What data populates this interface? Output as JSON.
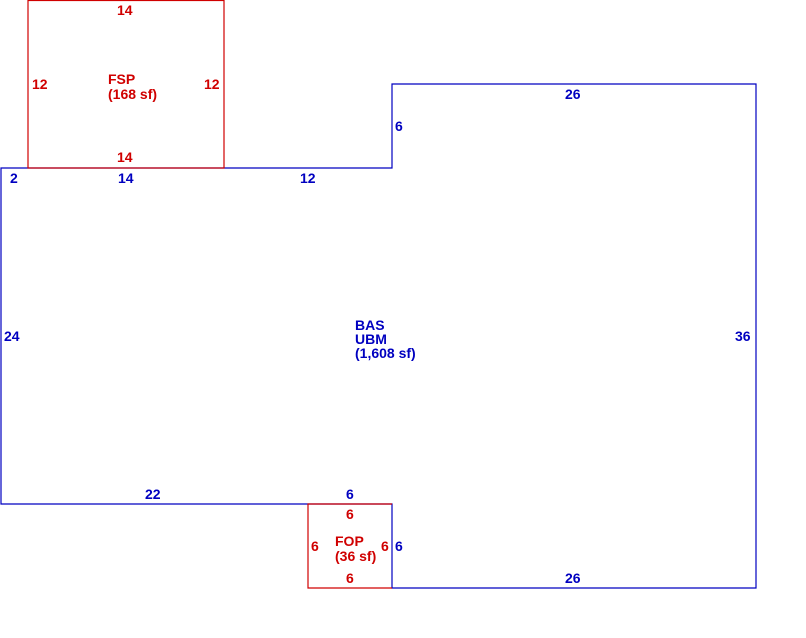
{
  "colors": {
    "main": "#0000c0",
    "addon": "#d00000",
    "background": "#ffffff"
  },
  "bas": {
    "code": "BAS",
    "subcode": "UBM",
    "area": "(1,608 sf)",
    "dims": {
      "left_top": "2",
      "top_left": "14",
      "top_mid": "12",
      "step_rise": "6",
      "top_right": "26",
      "right": "36",
      "left": "24",
      "bottom_left": "22",
      "notch_top": "6",
      "notch_side": "6",
      "bottom_right": "26"
    }
  },
  "fsp": {
    "code": "FSP",
    "area": "(168 sf)",
    "dims": {
      "top": "14",
      "left": "12",
      "right": "12",
      "bottom": "14"
    }
  },
  "fop": {
    "code": "FOP",
    "area": "(36 sf)",
    "dims": {
      "top": "6",
      "left": "6",
      "right": "6",
      "bottom": "6"
    }
  }
}
